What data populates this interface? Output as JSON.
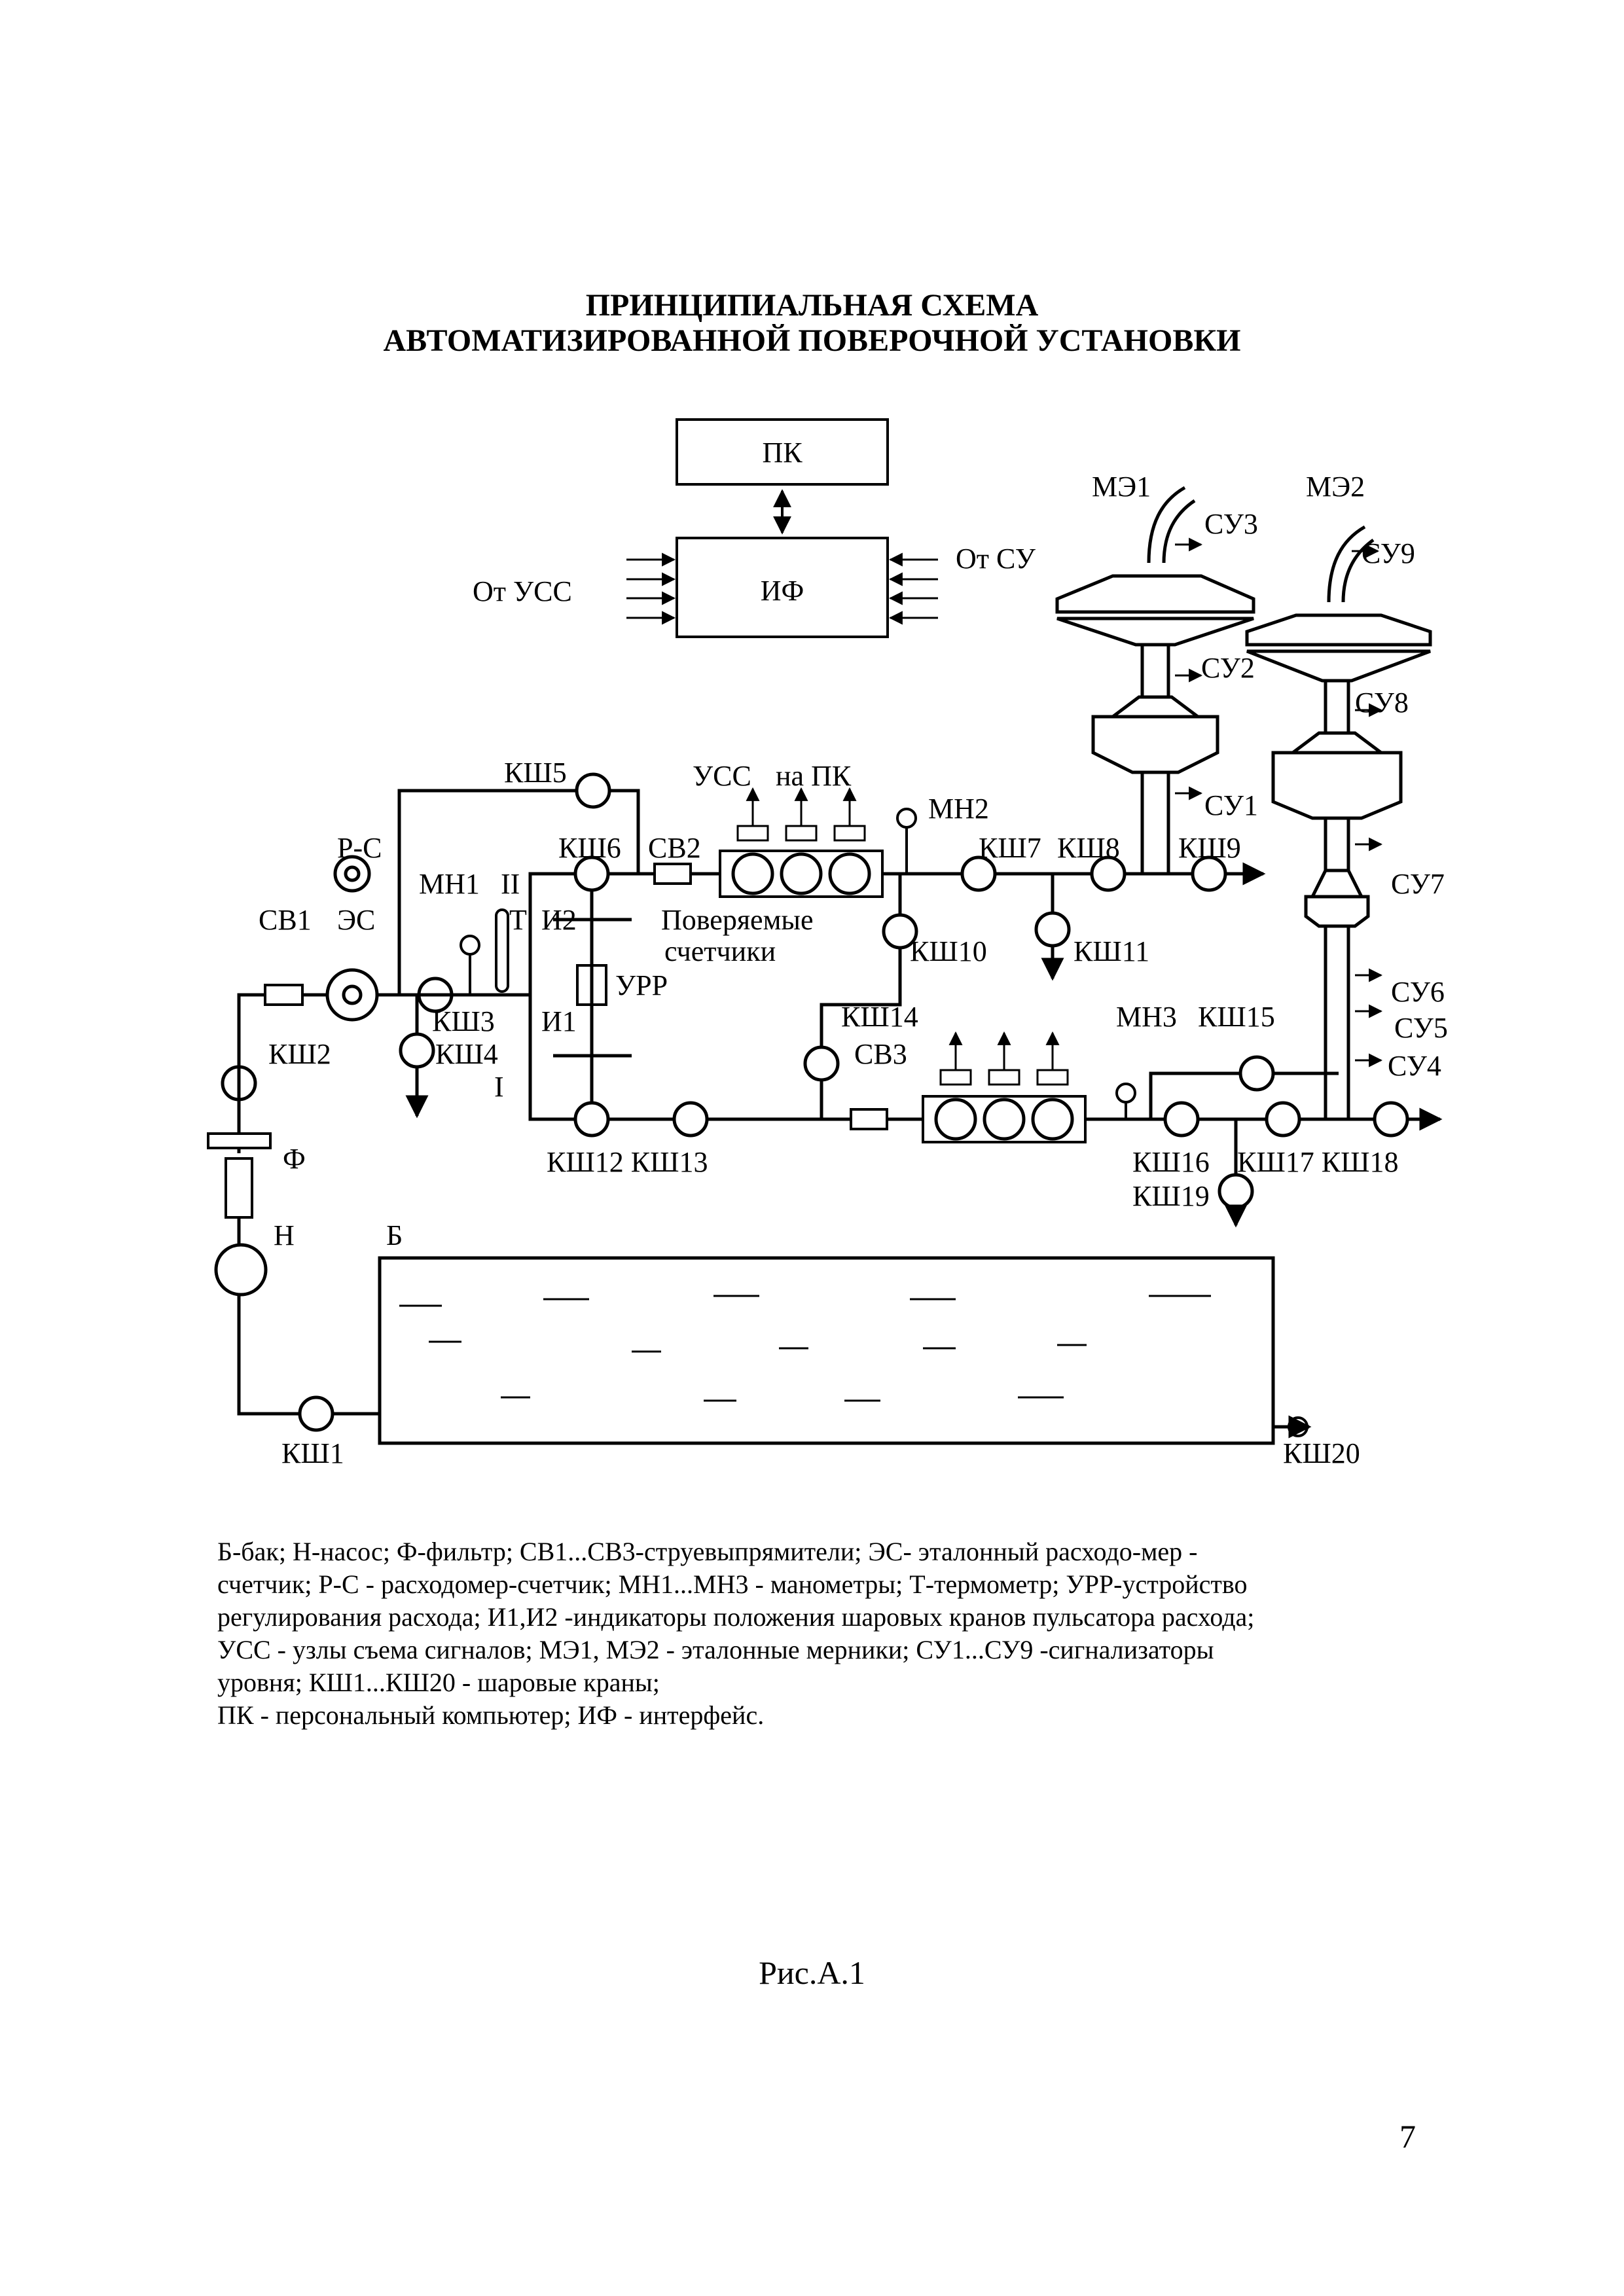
{
  "title": {
    "line1": "ПРИНЦИПИАЛЬНАЯ СХЕМА",
    "line2": "АВТОМАТИЗИРОВАННОЙ ПОВЕРОЧНОЙ УСТАНОВКИ"
  },
  "labels": {
    "pk": "ПК",
    "if": "ИФ",
    "ot_uss": "От УСС",
    "ot_su": "От СУ",
    "me1": "МЭ1",
    "me2": "МЭ2",
    "su1": "СУ1",
    "su2": "СУ2",
    "su3": "СУ3",
    "su4": "СУ4",
    "su5": "СУ5",
    "su6": "СУ6",
    "su7": "СУ7",
    "su8": "СУ8",
    "su9": "СУ9",
    "ksh1": "КШ1",
    "ksh2": "КШ2",
    "ksh3": "КШ3",
    "ksh4": "КШ4",
    "ksh5": "КШ5",
    "ksh6": "КШ6",
    "ksh7": "КШ7",
    "ksh8": "КШ8",
    "ksh9": "КШ9",
    "ksh10": "КШ10",
    "ksh11": "КШ11",
    "ksh12_13": "КШ12 КШ13",
    "ksh14": "КШ14",
    "ksh15": "КШ15",
    "ksh16": "КШ16",
    "ksh17_18": "КШ17 КШ18",
    "ksh19": "КШ19",
    "ksh20": "КШ20",
    "uss": "УСС",
    "na_pk": "на ПК",
    "mn1": "МН1",
    "mn2": "МН2",
    "mn3": "МН3",
    "roman2": "II",
    "roman1": "I",
    "t": "Т",
    "i1": "И1",
    "i2": "И2",
    "urr": "УРР",
    "sv1": "СВ1",
    "sv2": "СВ2",
    "sv3": "СВ3",
    "es": "ЭС",
    "rs": "Р-С",
    "counters1": "Поверяемые",
    "counters2": "счетчики",
    "f": "Ф",
    "n": "Н",
    "b": "Б"
  },
  "legend": [
    "Б-бак; Н-насос; Ф-фильтр; СВ1...СВ3-струевыпрямители; ЭС- эталонный расходо-мер -",
    "счетчик; Р-С - расходомер-счетчик; МН1...МН3 - манометры; Т-термометр; УРР-устройство",
    "регулирования расхода; И1,И2 -индикаторы положения шаровых кранов пульсатора расхода;",
    "УСС - узлы съема сигналов; МЭ1, МЭ2 - эталонные мерники;  СУ1...СУ9 -сигнализаторы",
    "уровня; КШ1...КШ20 - шаровые краны;",
    "ПК - персональный компьютер; ИФ - интерфейс."
  ],
  "caption": "Рис.А.1",
  "page_number": "7"
}
